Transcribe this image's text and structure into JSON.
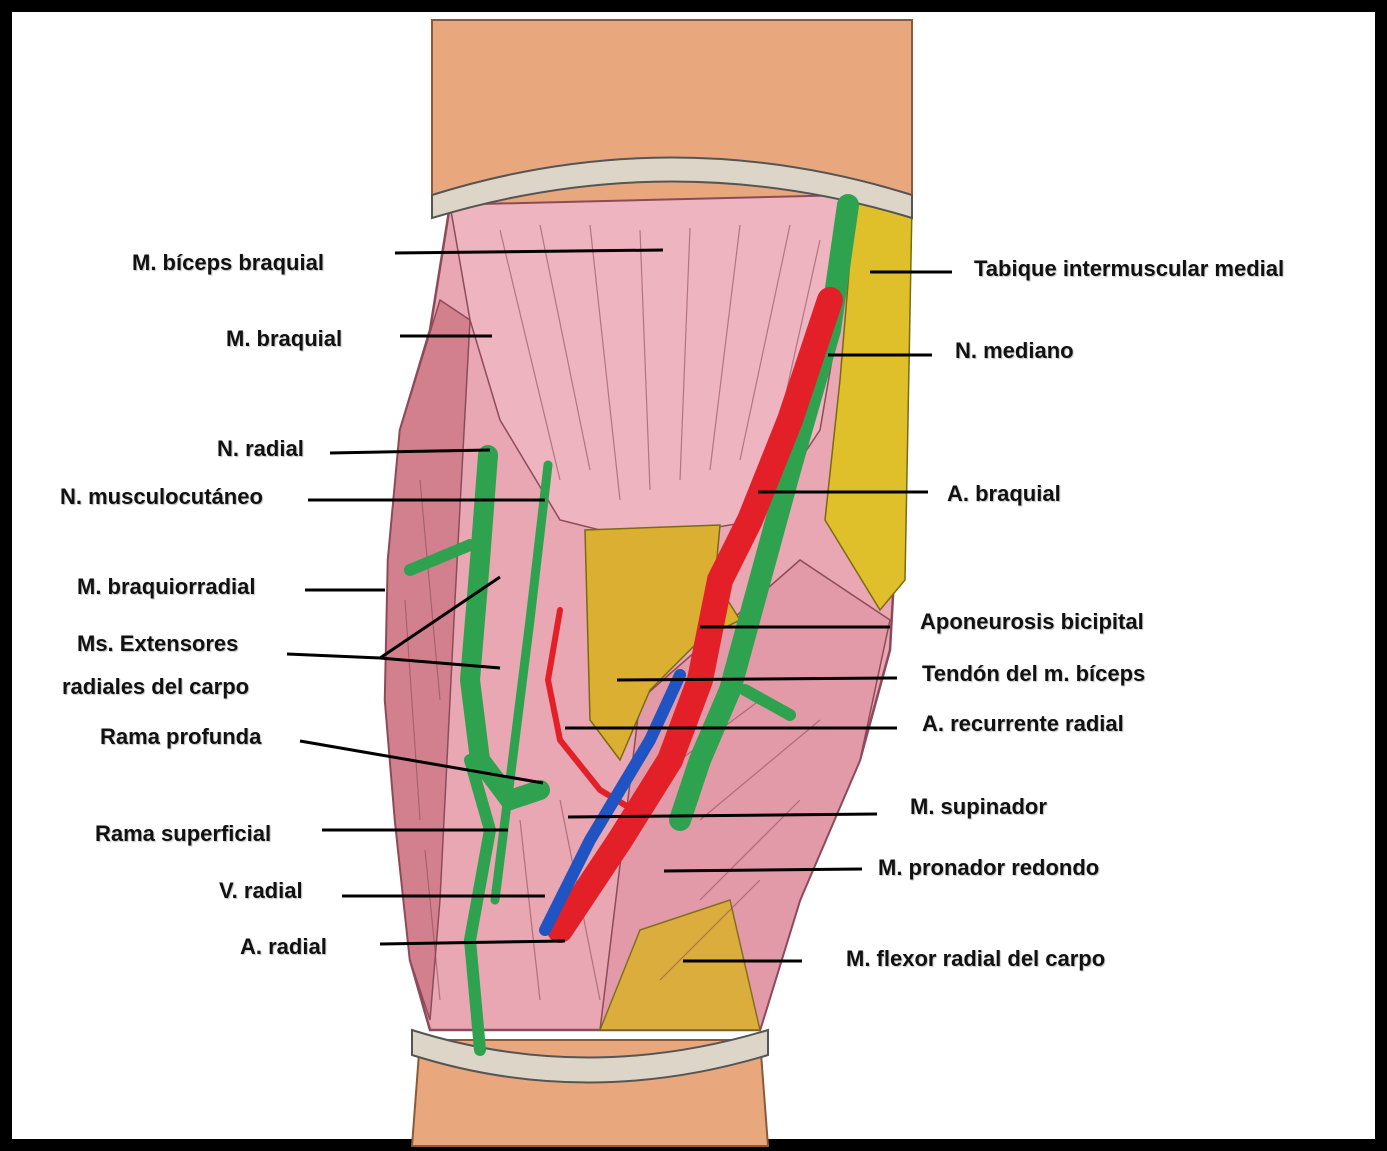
{
  "colors": {
    "muscle": "#e9a6b3",
    "muscle_dark": "#c9707f",
    "skin": "#e8a77d",
    "bone_band": "#ddd6c8",
    "nerve": "#2fa24f",
    "artery": "#e32028",
    "vein": "#1f54c2",
    "tendon": "#dbb032",
    "septum": "#e0c02a",
    "leader": "#000000"
  },
  "labels": {
    "biceps": "M. bíceps braquial",
    "braquial": "M. braquial",
    "n_radial": "N. radial",
    "n_musculo": "N. musculocutáneo",
    "braquiorradial": "M. braquiorradial",
    "extensores_1": "Ms. Extensores",
    "extensores_2": "radiales del carpo",
    "rama_profunda": "Rama profunda",
    "rama_superficial": "Rama superficial",
    "v_radial": "V. radial",
    "a_radial": "A. radial",
    "tabique": "Tabique intermuscular medial",
    "n_mediano": "N. mediano",
    "a_braquial": "A. braquial",
    "aponeurosis": "Aponeurosis bicipital",
    "tendon": "Tendón del m. bíceps",
    "recurrente": "A. recurrente radial",
    "supinador": "M. supinador",
    "pronador": "M. pronador redondo",
    "flexor": "M. flexor radial del carpo"
  }
}
